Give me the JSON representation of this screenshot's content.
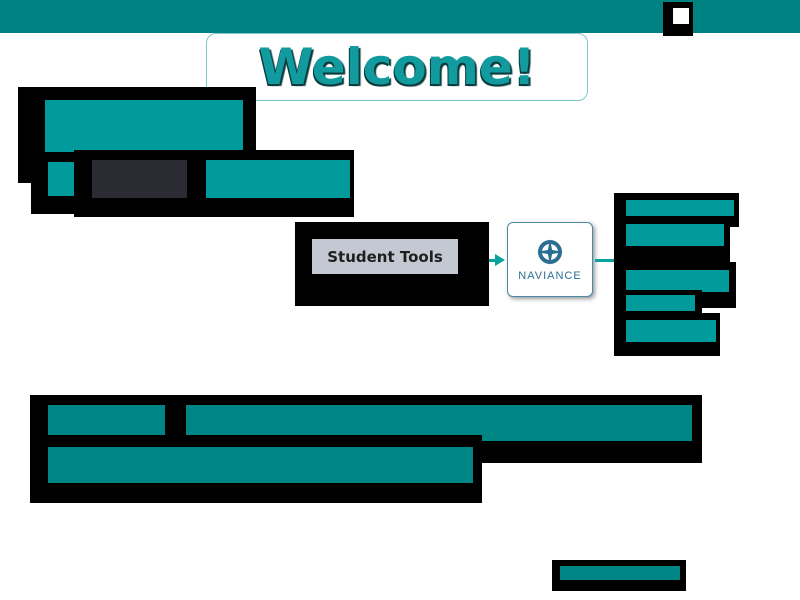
{
  "header": {
    "title": "Welcome!"
  },
  "student_tools": {
    "label": "Student Tools"
  },
  "naviance": {
    "label": "NAVIANCE"
  },
  "colors": {
    "top_bar": "#008282",
    "teal_block": "#009a9a",
    "dark_teal_block": "#008585",
    "black_block": "#000000",
    "welcome_text": "#119b9e",
    "student_tools_bg": "#c3c8d2",
    "naviance_border": "#4a88a8",
    "dark_tab": "#2b2b33"
  },
  "icons": [
    "compass-icon",
    "arrow-right-icon"
  ]
}
